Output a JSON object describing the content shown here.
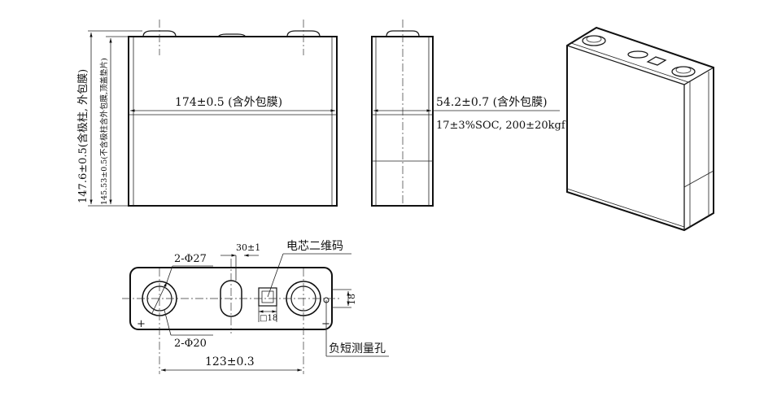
{
  "dimensions": {
    "width": "174±0.5 (含外包膜)",
    "thickness": "54.2±0.7 (含外包膜)",
    "thickness_condition": "17±3%SOC, 200±20kgf",
    "height_total": "147.6±0.5(含极柱, 外包膜)",
    "height_body": "145.53±0.5(不含极柱含外包膜,顶盖垫片)",
    "slot": "30±1",
    "qr_size": "18",
    "terminal_outer": "2-Φ27",
    "terminal_inner": "2-Φ20",
    "terminal_pitch": "123±0.3",
    "vent_height": "18"
  },
  "labels": {
    "qr_code": "电芯二维码",
    "neg_hole": "负短测量孔",
    "plus": "+",
    "minus": "−"
  }
}
